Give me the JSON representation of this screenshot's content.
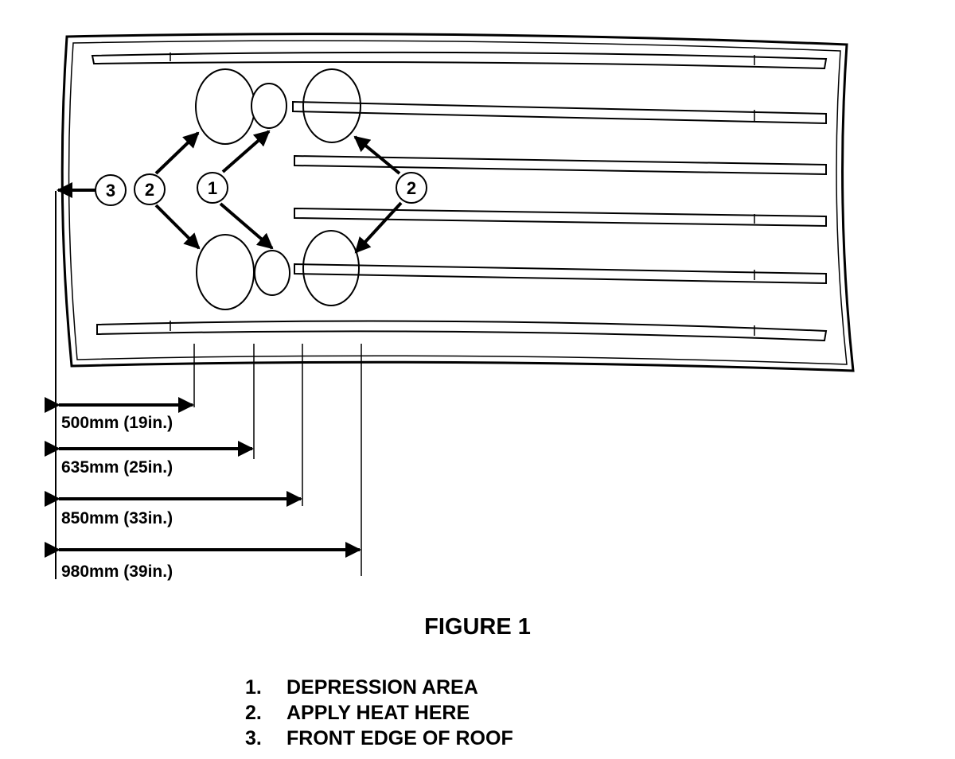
{
  "figure": {
    "title": "FIGURE 1",
    "callouts": {
      "depression": "1",
      "apply_heat": "2",
      "front_edge": "3"
    },
    "dimensions": [
      "500mm (19in.)",
      "635mm (25in.)",
      "850mm (33in.)",
      "980mm (39in.)"
    ]
  },
  "legend": [
    {
      "number": "1.",
      "text": "DEPRESSION AREA"
    },
    {
      "number": "2.",
      "text": "APPLY HEAT HERE"
    },
    {
      "number": "3.",
      "text": "FRONT EDGE OF ROOF"
    }
  ]
}
